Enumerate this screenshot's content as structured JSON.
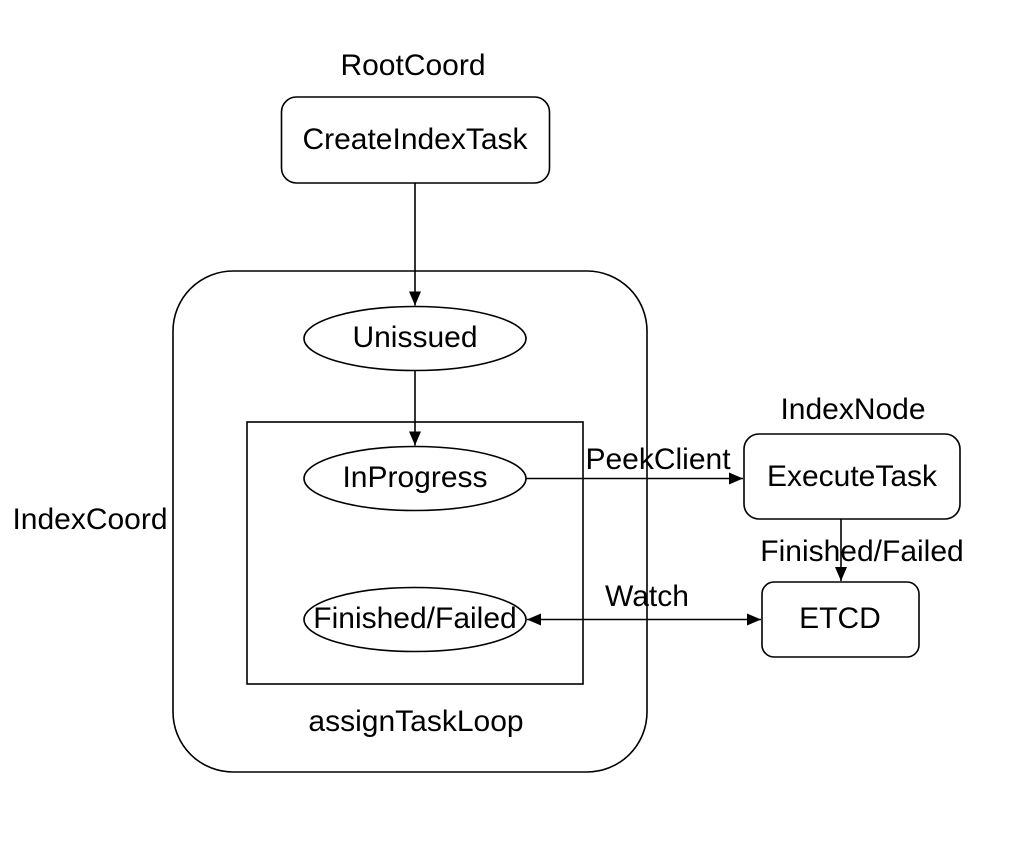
{
  "diagram": {
    "colors": {
      "background": "#ffffff",
      "stroke": "#000000",
      "text": "#000000"
    },
    "containers": {
      "index_coord": {
        "label": "IndexCoord"
      },
      "assign_task_loop": {
        "label": "assignTaskLoop"
      }
    },
    "group_labels": {
      "root_coord": "RootCoord",
      "index_node": "IndexNode"
    },
    "nodes": {
      "create_index_task": "CreateIndexTask",
      "unissued": "Unissued",
      "in_progress": "InProgress",
      "finished_failed": "Finished/Failed",
      "execute_task": "ExecuteTask",
      "etcd": "ETCD"
    },
    "edges": {
      "peek_client": "PeekClient",
      "finished_failed": "Finished/Failed",
      "watch": "Watch"
    }
  }
}
